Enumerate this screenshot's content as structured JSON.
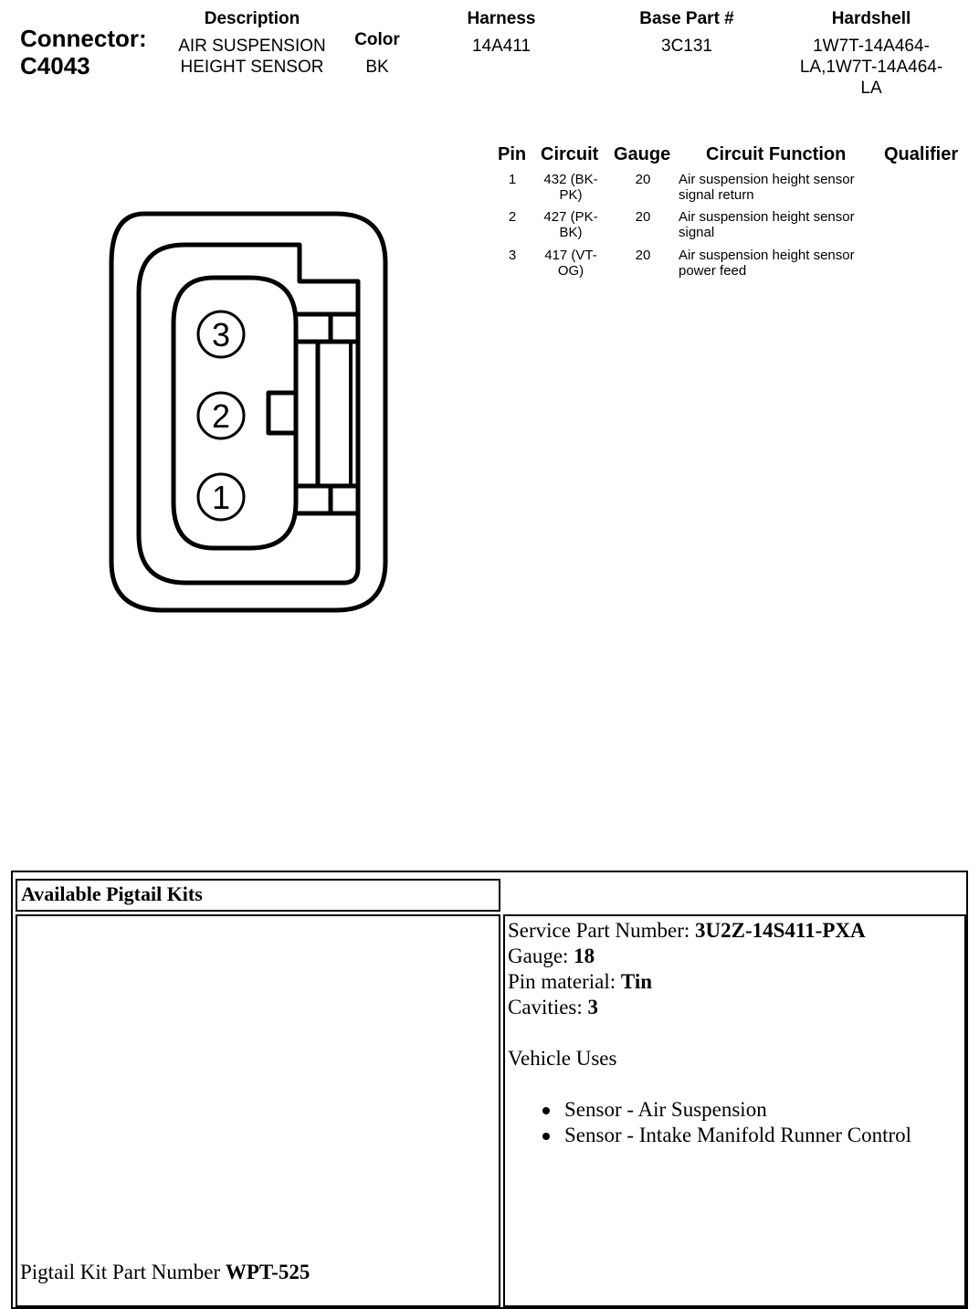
{
  "connector": {
    "label": "Connector:",
    "id": "C4043"
  },
  "header": {
    "description_label": "Description",
    "description_line1": "AIR SUSPENSION",
    "description_line2": "HEIGHT SENSOR",
    "color_label": "Color",
    "color_value": "BK",
    "harness_label": "Harness",
    "harness_value": "14A411",
    "base_part_label": "Base Part #",
    "base_part_value": "3C131",
    "hardshell_label": "Hardshell",
    "hardshell_line1": "1W7T-14A464-",
    "hardshell_line2": "LA,1W7T-14A464-",
    "hardshell_line3": "LA"
  },
  "pin_table": {
    "columns": [
      "Pin",
      "Circuit",
      "Gauge",
      "Circuit Function",
      "Qualifier"
    ],
    "rows": [
      {
        "pin": "1",
        "circuit_l1": "432 (BK-",
        "circuit_l2": "PK)",
        "gauge": "20",
        "func_l1": "Air suspension height sensor",
        "func_l2": "signal return"
      },
      {
        "pin": "2",
        "circuit_l1": "427 (PK-",
        "circuit_l2": "BK)",
        "gauge": "20",
        "func_l1": "Air suspension height sensor",
        "func_l2": "signal"
      },
      {
        "pin": "3",
        "circuit_l1": "417 (VT-",
        "circuit_l2": "OG)",
        "gauge": "20",
        "func_l1": "Air suspension height sensor",
        "func_l2": "power feed"
      }
    ]
  },
  "diagram": {
    "pins": [
      "3",
      "2",
      "1"
    ]
  },
  "pigtail": {
    "title": "Available Pigtail Kits",
    "kit_label": "Pigtail Kit Part Number",
    "kit_value": "WPT-525",
    "service_label": "Service Part Number:",
    "service_value": "3U2Z-14S411-PXA",
    "gauge_label": "Gauge:",
    "gauge_value": "18",
    "pin_material_label": "Pin material:",
    "pin_material_value": "Tin",
    "cavities_label": "Cavities:",
    "cavities_value": "3",
    "vehicle_uses_label": "Vehicle Uses",
    "uses": [
      "Sensor - Air Suspension",
      "Sensor - Intake Manifold Runner Control"
    ]
  }
}
